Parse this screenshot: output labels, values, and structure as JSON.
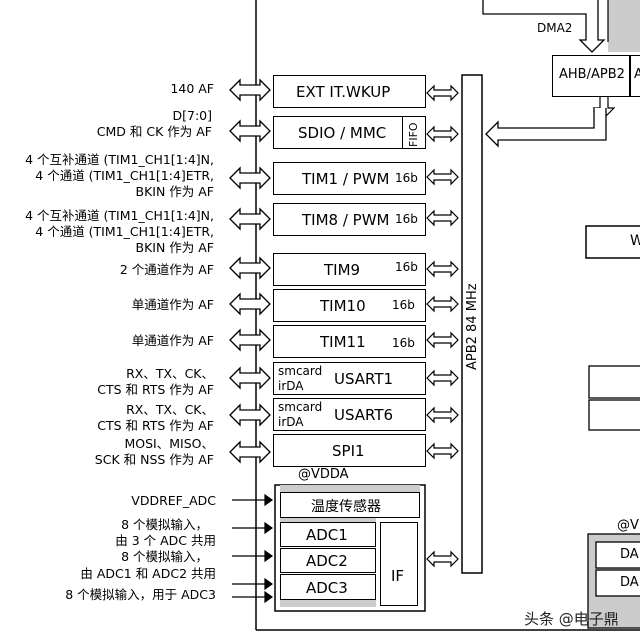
{
  "left_labels": {
    "af140": "140 AF",
    "d70": "D[7:0]",
    "cmd_ck": "CMD 和 CK 作为 AF",
    "tim1_l1": "4 个互补通道 (TIM1_CH1[1:4]N,",
    "tim1_l2": "4 个通道 (TIM1_CH1[1:4]ETR,",
    "tim1_l3": "BKIN 作为 AF",
    "tim8_l1": "4 个互补通道 (TIM1_CH1[1:4]N,",
    "tim8_l2": "4 个通道 (TIM1_CH1[1:4]ETR,",
    "tim8_l3": "BKIN 作为 AF",
    "tim9": "2 个通道作为 AF",
    "tim10": "单通道作为 AF",
    "tim11": "单通道作为 AF",
    "usart1_l1": "RX、TX、CK、",
    "usart1_l2": "CTS 和 RTS 作为 AF",
    "usart6_l1": "RX、TX、CK、",
    "usart6_l2": "CTS 和 RTS 作为 AF",
    "spi1_l1": "MOSI、MISO、",
    "spi1_l2": "SCK 和 NSS 作为 AF",
    "vddref": "VDDREF_ADC",
    "adc_in1_l1": "8 个模拟输入，",
    "adc_in1_l2": "由 3 个 ADC 共用",
    "adc_in2_l1": "8 个模拟输入，",
    "adc_in2_l2": "由 ADC1 和 ADC2 共用",
    "adc_in3": "8 个模拟输入，用于 ADC3"
  },
  "blocks": {
    "exti": "EXT IT.WKUP",
    "sdio": "SDIO / MMC",
    "fifo": "FIFO",
    "tim1": "TIM1 / PWM",
    "tim8": "TIM8 / PWM",
    "tim9": "TIM9",
    "tim10": "TIM10",
    "tim11": "TIM11",
    "usart1": "USART1",
    "usart6": "USART6",
    "smcard": "smcard",
    "irda": "irDA",
    "spi1": "SPI1",
    "vdda": "@VDDA",
    "temp": "温度传感器",
    "adc1": "ADC1",
    "adc2": "ADC2",
    "adc3": "ADC3",
    "if": "IF",
    "bits16": "16b"
  },
  "bus": {
    "apb2": "APB2 84 MHz",
    "dma2": "DMA2",
    "bridge": "AHB/APB2",
    "bridge_partial": "A",
    "w_partial": "W",
    "vdd_partial": "@V",
    "da1": "DA",
    "da2": "DA"
  },
  "watermark": "头条 @电子鼎"
}
